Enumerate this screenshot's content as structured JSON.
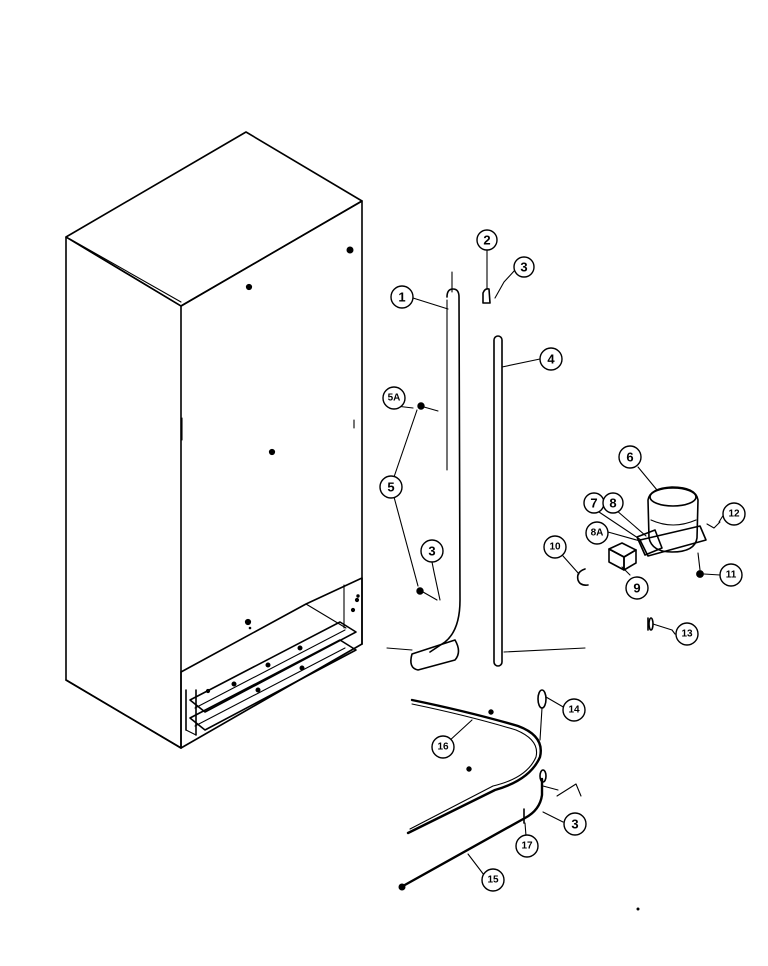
{
  "callouts": [
    {
      "id": "c1",
      "label": "1"
    },
    {
      "id": "c2",
      "label": "2"
    },
    {
      "id": "c3a",
      "label": "3"
    },
    {
      "id": "c4",
      "label": "4"
    },
    {
      "id": "c5a",
      "label": "5A"
    },
    {
      "id": "c5",
      "label": "5"
    },
    {
      "id": "c3b",
      "label": "3"
    },
    {
      "id": "c6",
      "label": "6"
    },
    {
      "id": "c7",
      "label": "7"
    },
    {
      "id": "c8",
      "label": "8"
    },
    {
      "id": "c8a",
      "label": "8A"
    },
    {
      "id": "c9",
      "label": "9"
    },
    {
      "id": "c10",
      "label": "10"
    },
    {
      "id": "c11",
      "label": "11"
    },
    {
      "id": "c12",
      "label": "12"
    },
    {
      "id": "c13",
      "label": "13"
    },
    {
      "id": "c14",
      "label": "14"
    },
    {
      "id": "c16",
      "label": "16"
    },
    {
      "id": "c3c",
      "label": "3"
    },
    {
      "id": "c17",
      "label": "17"
    },
    {
      "id": "c15",
      "label": "15"
    }
  ]
}
